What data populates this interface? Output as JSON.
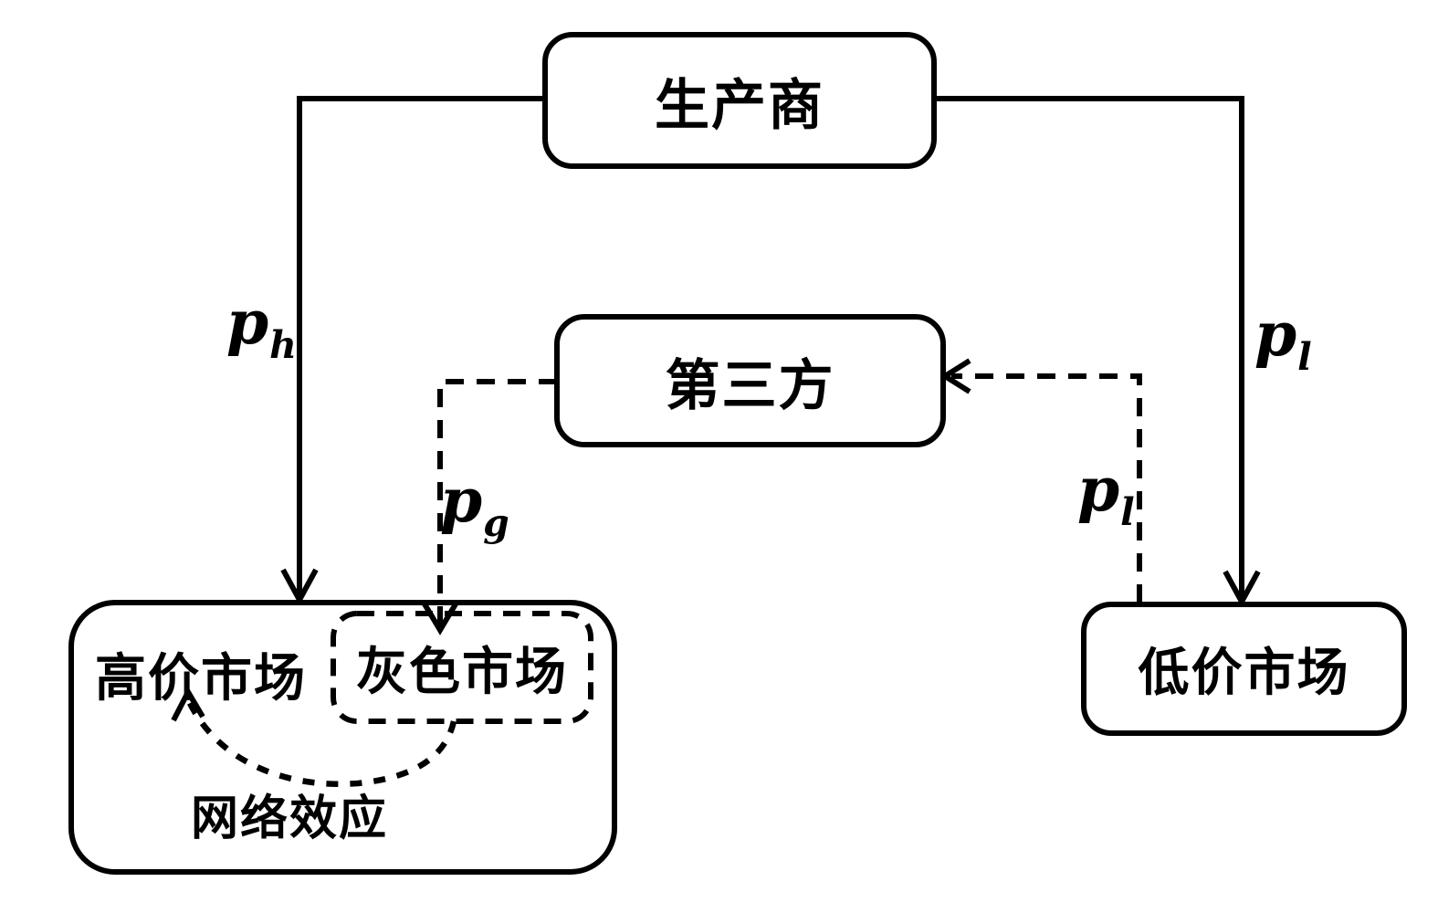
{
  "diagram": {
    "type": "flow-diagram",
    "background": "#ffffff",
    "line_color": "#000000",
    "nodes": {
      "producer": "生产商",
      "third_party": "第三方",
      "high_price_market": "高价市场",
      "gray_market": "灰色市场",
      "low_price_market": "低价市场"
    },
    "edge_labels": {
      "price_high": {
        "base": "p",
        "sub": "h"
      },
      "price_low_direct": {
        "base": "p",
        "sub": "l"
      },
      "price_gray": {
        "base": "p",
        "sub": "g"
      },
      "price_low_third": {
        "base": "p",
        "sub": "l"
      },
      "network_effect": "网络效应"
    },
    "edges": [
      {
        "from": "producer",
        "to": "high_price_market",
        "style": "solid-arrow",
        "label": "p_h"
      },
      {
        "from": "producer",
        "to": "low_price_market",
        "style": "solid-arrow",
        "label": "p_l"
      },
      {
        "from": "third_party",
        "to": "gray_market",
        "style": "dashed-arrow",
        "label": "p_g"
      },
      {
        "from": "low_price_market",
        "to": "third_party",
        "style": "dashed-arrow",
        "label": "p_l"
      },
      {
        "from": "gray_market",
        "to": "high_price_market",
        "style": "dashed-curved-arrow",
        "label": "网络效应"
      }
    ]
  }
}
